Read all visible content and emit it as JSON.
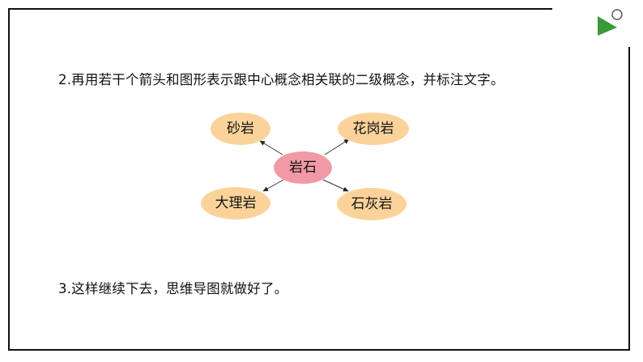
{
  "steps": {
    "step2": "2.再用若干个箭头和图形表示跟中心概念相关联的二级概念，并标注文字。",
    "step3": "3.这样继续下去，思维导图就做好了。"
  },
  "mind_map": {
    "center": "岩石",
    "top_left": "砂岩",
    "top_right": "花岗岩",
    "bottom_left": "大理岩",
    "bottom_right": "石灰岩"
  },
  "colors": {
    "center_fill": "#f19aa6",
    "child_fill": "#fbd39a",
    "frame": "#111111",
    "accent_triangle": "#3a9a3a"
  },
  "icons": {
    "corner": "play-triangle-with-circle-icon"
  }
}
